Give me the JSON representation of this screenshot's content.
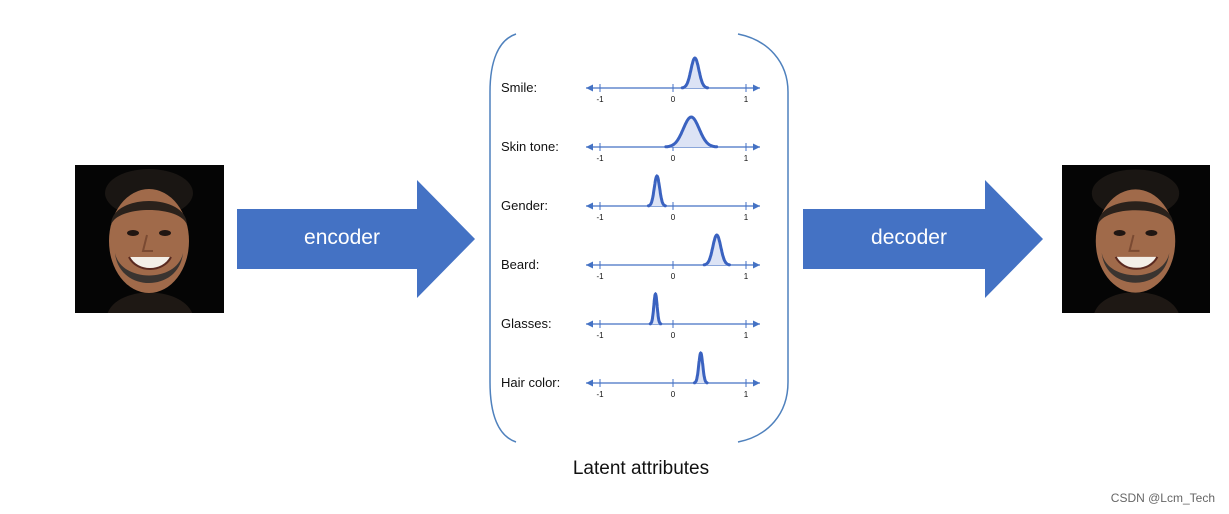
{
  "colors": {
    "arrow": "#4472C4",
    "curve": "#3A62C0",
    "curve_fill": "#DCE3F5",
    "axis": "#4472C4",
    "bracket": "#4F81BD"
  },
  "input_image": {
    "icon": "smiling-bearded-man-photo"
  },
  "output_image": {
    "icon": "smiling-bearded-man-photo"
  },
  "encoder": {
    "label": "encoder"
  },
  "decoder": {
    "label": "decoder"
  },
  "latent": {
    "title": "Latent attributes",
    "tick_labels": [
      "-1",
      "0",
      "1"
    ],
    "attributes": [
      {
        "label": "Smile:",
        "mean": 0.3,
        "width": 0.12
      },
      {
        "label": "Skin tone:",
        "mean": 0.25,
        "width": 0.24
      },
      {
        "label": "Gender:",
        "mean": -0.22,
        "width": 0.08
      },
      {
        "label": "Beard:",
        "mean": 0.6,
        "width": 0.12
      },
      {
        "label": "Glasses:",
        "mean": -0.24,
        "width": 0.05
      },
      {
        "label": "Hair color:",
        "mean": 0.38,
        "width": 0.06
      }
    ]
  },
  "watermark": "CSDN @Lcm_Tech"
}
